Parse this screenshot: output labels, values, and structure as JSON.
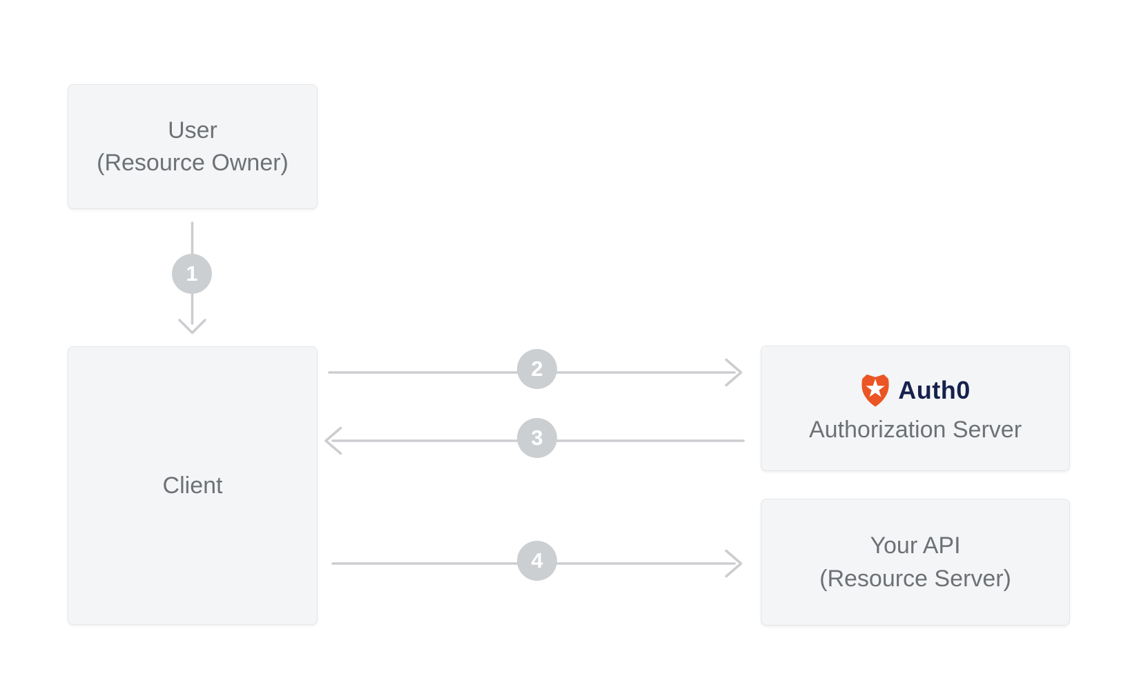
{
  "diagram": {
    "nodes": {
      "user": {
        "line1": "User",
        "line2": "(Resource Owner)"
      },
      "client": {
        "label": "Client"
      },
      "auth": {
        "brand": "Auth0",
        "label": "Authorization Server"
      },
      "api": {
        "line1": "Your API",
        "line2": "(Resource Server)"
      }
    },
    "steps": {
      "step1": "1",
      "step2": "2",
      "step3": "3",
      "step4": "4"
    },
    "flows": [
      {
        "step": "1",
        "from": "User (Resource Owner)",
        "to": "Client",
        "direction": "down"
      },
      {
        "step": "2",
        "from": "Client",
        "to": "Auth0 Authorization Server",
        "direction": "right"
      },
      {
        "step": "3",
        "from": "Auth0 Authorization Server",
        "to": "Client",
        "direction": "left"
      },
      {
        "step": "4",
        "from": "Client",
        "to": "Your API (Resource Server)",
        "direction": "right"
      }
    ]
  },
  "icons": {
    "auth0_logo": "auth0-shield-star-icon"
  },
  "colors": {
    "background": "#ffffff",
    "box_bg": "#f4f5f6",
    "box_border": "#e4e6e9",
    "box_text": "#6d7176",
    "arrow": "#cbcdd0",
    "badge_bg": "#cccfd2",
    "badge_text": "#ffffff",
    "auth0_orange": "#eb5424",
    "auth0_navy": "#16214d"
  }
}
